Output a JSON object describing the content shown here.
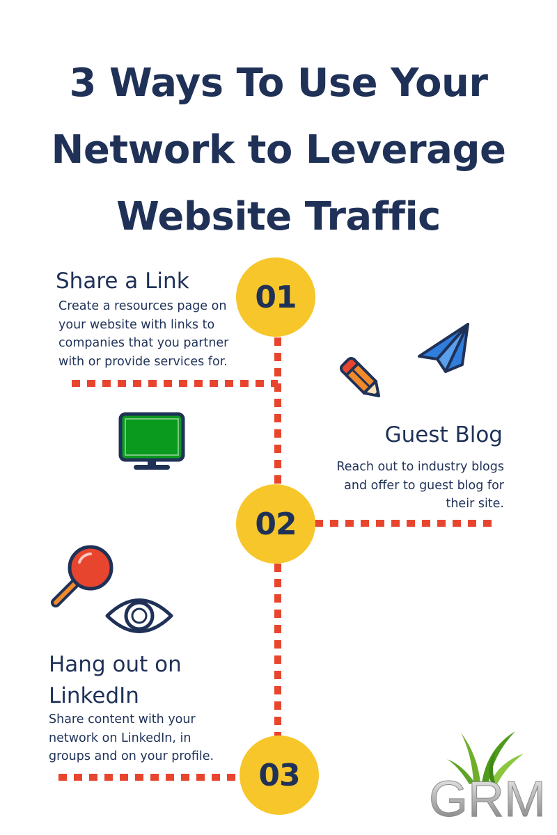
{
  "title": {
    "line1": "3 Ways To Use Your",
    "line2": "Network to Leverage",
    "line3": "Website Traffic"
  },
  "steps": [
    {
      "number": "01",
      "heading": "Share a Link",
      "lines": [
        "Create a resources page on",
        "your website with links to",
        "companies that you partner",
        "with or provide services for."
      ]
    },
    {
      "number": "02",
      "heading": "Guest Blog",
      "lines": [
        "Reach out to industry blogs",
        "and offer to guest blog for",
        "their site."
      ]
    },
    {
      "number": "03",
      "heading_lines": [
        "Hang out on",
        "LinkedIn"
      ],
      "lines": [
        "Share content with your",
        "network on LinkedIn, in",
        "groups and on your profile."
      ]
    }
  ],
  "logo": {
    "text": "GRM"
  },
  "colors": {
    "navy": "#1f3157",
    "yellow": "#f7c62b",
    "red": "#e8452e",
    "blue": "#2f7ddc",
    "green": "#0a9a1e",
    "orange": "#f08a2a"
  },
  "icons": [
    "monitor-icon",
    "pencil-icon",
    "paper-plane-icon",
    "magnifier-icon",
    "eye-icon"
  ]
}
